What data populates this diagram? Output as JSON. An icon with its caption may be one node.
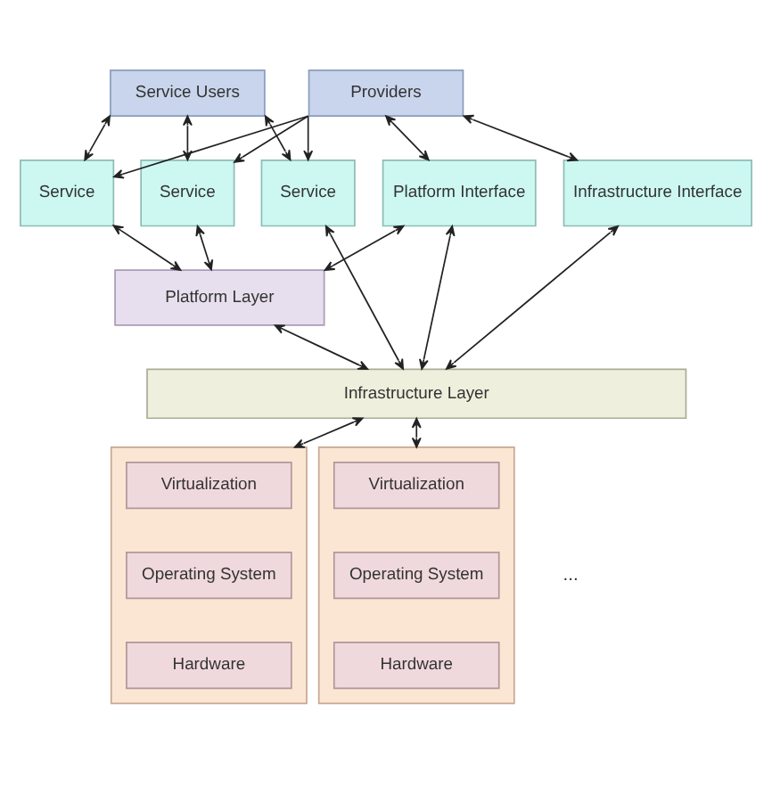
{
  "diagram": {
    "nodes": [
      {
        "text": [
          "Service Users"
        ]
      },
      {
        "text": [
          "Providers"
        ]
      },
      {
        "text": [
          "Service"
        ]
      },
      {
        "text": [
          "Service"
        ]
      },
      {
        "text": [
          "Service"
        ]
      },
      {
        "text": [
          "Platform Interface"
        ]
      },
      {
        "text": [
          "Infrastructure Interface"
        ]
      },
      {
        "text": [
          "Platform Layer"
        ]
      },
      {
        "text": [
          "Infrastructure Layer"
        ]
      },
      {
        "text": [],
        "shape": "box"
      },
      {
        "text": [
          "Virtualization"
        ],
        "in": 9
      },
      {
        "text": [
          "Operating System"
        ],
        "in": 9
      },
      {
        "text": [
          "Hardware"
        ],
        "in": 9
      },
      {
        "text": [],
        "shape": "box"
      },
      {
        "text": [
          "Virtualization"
        ],
        "in": 13
      },
      {
        "text": [
          "Operating System"
        ],
        "in": 13
      },
      {
        "text": [
          "Hardware"
        ],
        "in": 13
      }
    ],
    "edges": [
      {
        "from": 0,
        "to": 2,
        "arrow": "both"
      },
      {
        "from": 0,
        "to": 3,
        "arrow": "both"
      },
      {
        "from": 0,
        "to": 4,
        "arrow": "both"
      },
      {
        "from": 1,
        "to": 2,
        "arrow": "to"
      },
      {
        "from": 1,
        "to": 3,
        "arrow": "to"
      },
      {
        "from": 1,
        "to": 4,
        "arrow": "to"
      },
      {
        "from": 1,
        "to": 5,
        "arrow": "both"
      },
      {
        "from": 1,
        "to": 6,
        "arrow": "both"
      },
      {
        "from": 2,
        "to": 7,
        "arrow": "both"
      },
      {
        "from": 3,
        "to": 7,
        "arrow": "both"
      },
      {
        "from": 5,
        "to": 7,
        "arrow": "both"
      },
      {
        "from": 4,
        "to": 8,
        "arrow": "both"
      },
      {
        "from": 5,
        "to": 8,
        "arrow": "both"
      },
      {
        "from": 6,
        "to": 8,
        "arrow": "both"
      },
      {
        "from": 7,
        "to": 8,
        "arrow": "both"
      },
      {
        "from": 8,
        "to": 9,
        "arrow": "both"
      },
      {
        "from": 8,
        "to": 13,
        "arrow": "both"
      }
    ],
    "labels": [
      "..."
    ]
  }
}
